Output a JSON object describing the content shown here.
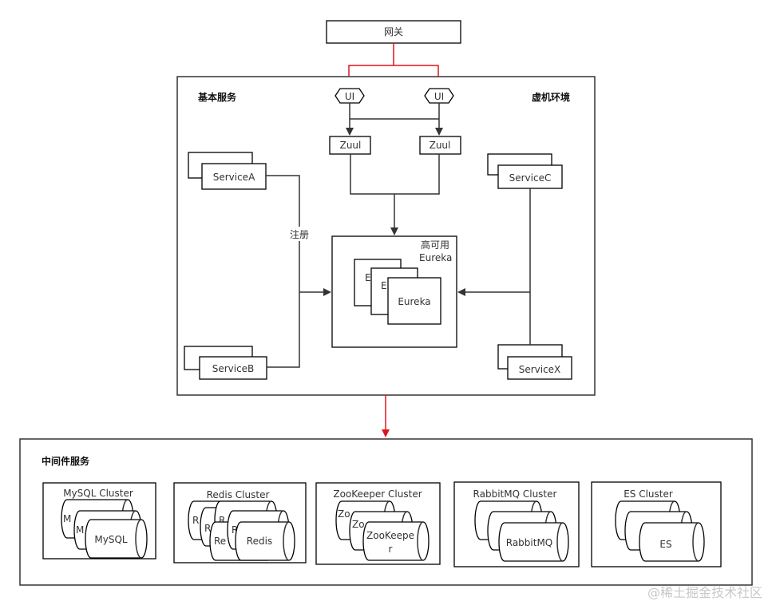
{
  "gateway": {
    "label": "网关"
  },
  "vm_env": {
    "label": "基本服务",
    "right_label": "虚机环境"
  },
  "ui_nodes": [
    "UI",
    "UI"
  ],
  "zuul_nodes": [
    "Zuul",
    "Zuul"
  ],
  "services": {
    "a": "ServiceA",
    "b": "ServiceB",
    "c": "ServiceC",
    "x": "ServiceX",
    "register_label": "注册"
  },
  "eureka": {
    "title_line1": "高可用",
    "title_line2": "Eureka",
    "back1": "E",
    "back2": "E",
    "front": "Eureka"
  },
  "middleware": {
    "label": "中间件服务",
    "clusters": [
      {
        "title": "MySQL Cluster",
        "back": [
          "M",
          "M"
        ],
        "front": "MySQL"
      },
      {
        "title": "Redis Cluster",
        "back": [
          "R",
          "R",
          "R",
          "Re"
        ],
        "front": "Redis"
      },
      {
        "title": "ZooKeeper Cluster",
        "back": [
          "Zo",
          "Zo"
        ],
        "front_line1": "ZooKeepe",
        "front_line2": "r"
      },
      {
        "title": "RabbitMQ Cluster",
        "back": [],
        "front": "RabbitMQ"
      },
      {
        "title": "ES Cluster",
        "back": [],
        "front": "ES"
      }
    ]
  },
  "watermark": "@稀土掘金技术社区",
  "colors": {
    "accent_red": "#e0141e",
    "line": "#333333"
  }
}
